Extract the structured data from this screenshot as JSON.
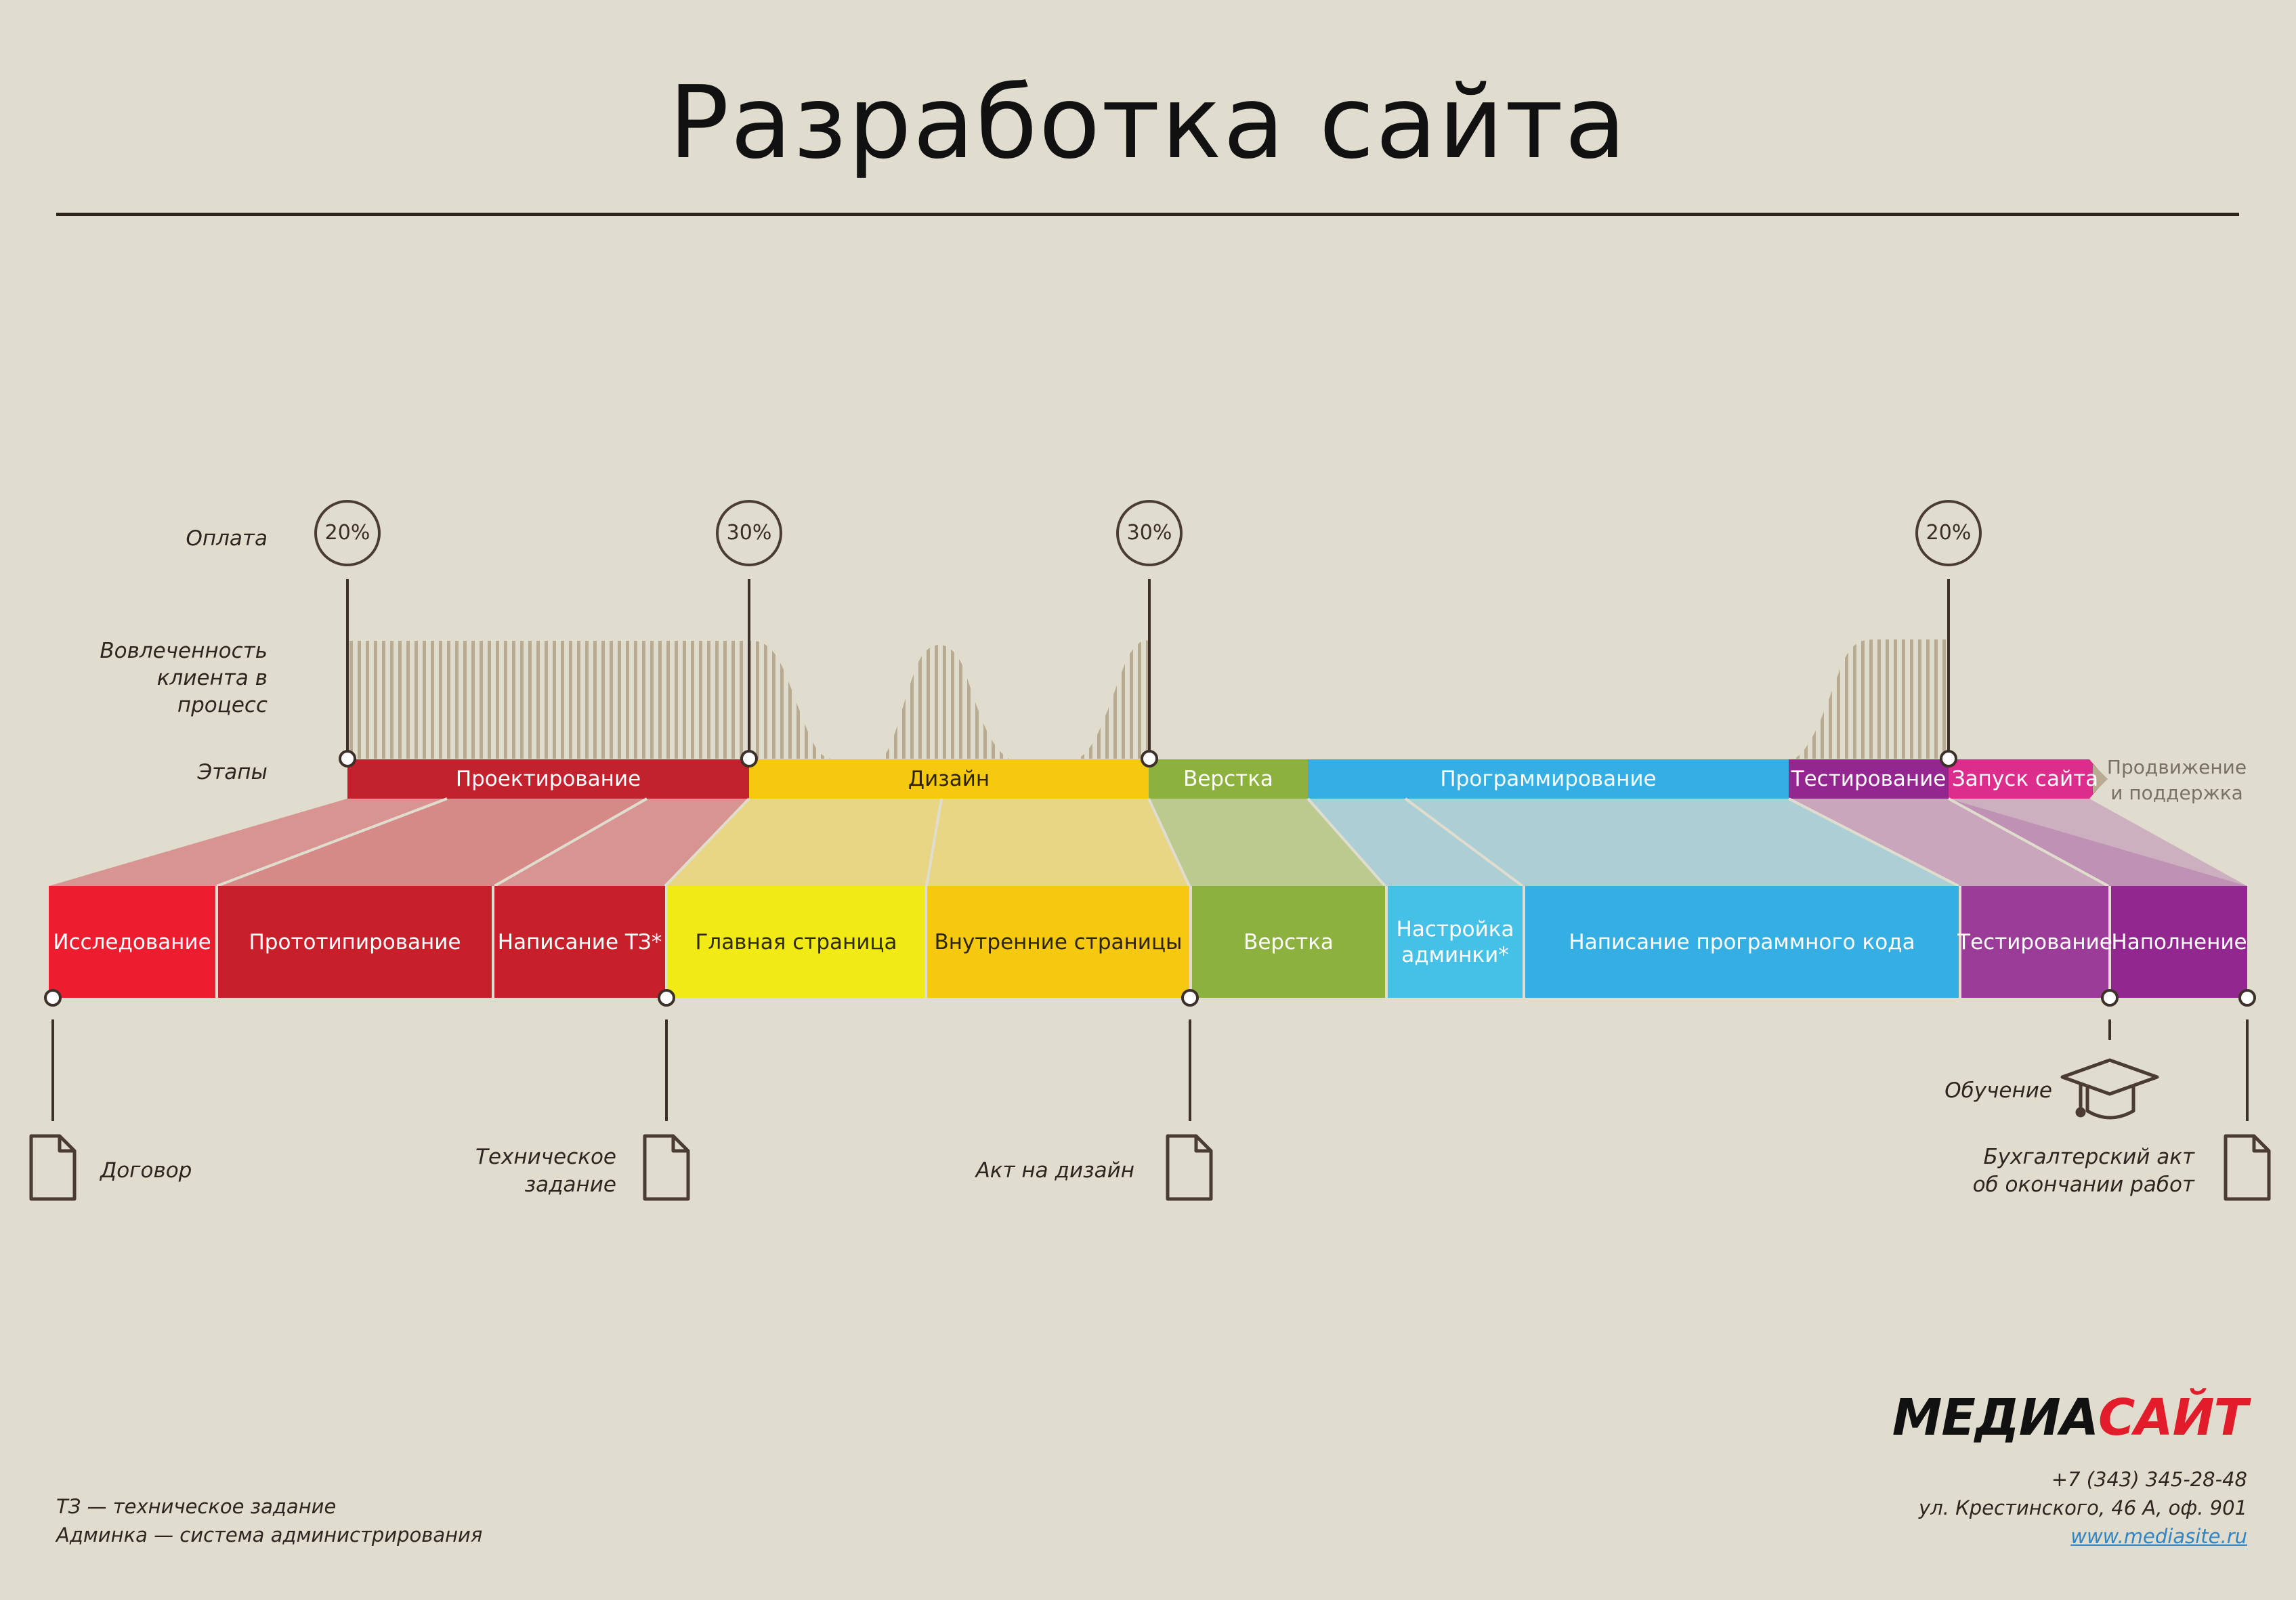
{
  "title": "Разработка сайта",
  "row_labels": {
    "payment": "Оплата",
    "involvement": "Вовлеченность клиента в процесс",
    "stages": "Этапы"
  },
  "payments": [
    "20%",
    "30%",
    "30%",
    "20%"
  ],
  "stages": [
    {
      "label": "Проектирование",
      "color": "#c1222e"
    },
    {
      "label": "Дизайн",
      "color": "#f5c90f"
    },
    {
      "label": "Верстка",
      "color": "#8cb13e"
    },
    {
      "label": "Программирование",
      "color": "#35afe3"
    },
    {
      "label": "Тестирование",
      "color": "#94268f"
    },
    {
      "label": "Запуск сайта",
      "color": "#dc2c8c"
    }
  ],
  "after_stage": "Продвижение и поддержка",
  "tasks": [
    {
      "label": "Исследование",
      "color": "#ec1d2e"
    },
    {
      "label": "Прототипирование",
      "color": "#c8202b"
    },
    {
      "label": "Написание ТЗ*",
      "color": "#c8202b"
    },
    {
      "label": "Главная страница",
      "color": "#f2ea14"
    },
    {
      "label": "Внутренние страницы",
      "color": "#f5c90f"
    },
    {
      "label": "Верстка",
      "color": "#8cb13e"
    },
    {
      "label": "Настройка админки*",
      "color": "#45c1e7"
    },
    {
      "label": "Написание программного кода",
      "color": "#35afe3"
    },
    {
      "label": "Тестирование",
      "color": "#9b3d98"
    },
    {
      "label": "Наполнение",
      "color": "#92278f"
    }
  ],
  "documents": {
    "contract": "Договор",
    "spec": "Техническое задание",
    "design_act": "Акт на дизайн",
    "training": "Обучение",
    "final_act": "Бухгалтерский акт об окончании работ"
  },
  "footnotes": [
    "ТЗ — техническое задание",
    "Админка — система администрирования"
  ],
  "brand": {
    "part1": "МЕДИА",
    "part2": "САЙТ",
    "color1": "#111111",
    "color2": "#e21c2a"
  },
  "contacts": {
    "phone": "+7 (343) 345-28-48",
    "address": "ул. Крестинского, 46 А, оф. 901",
    "website": "www.mediasite.ru"
  }
}
